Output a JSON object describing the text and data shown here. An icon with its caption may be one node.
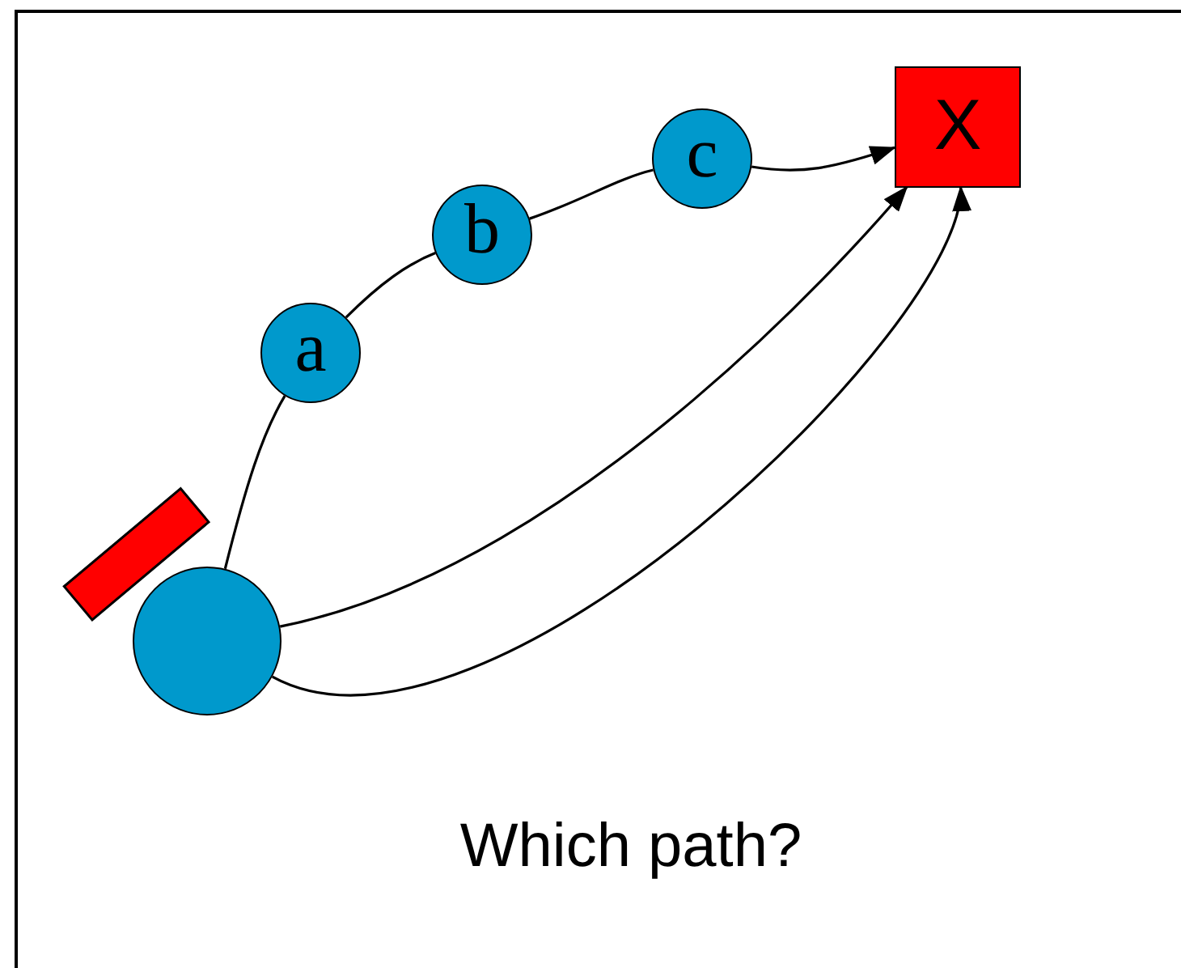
{
  "diagram": {
    "caption": "Which path?",
    "nodes": [
      {
        "text": [],
        "shape": "circle"
      },
      {
        "text": [
          "a"
        ]
      },
      {
        "text": [
          "b"
        ]
      },
      {
        "text": [
          "c"
        ]
      },
      {
        "text": [
          "X"
        ]
      }
    ],
    "edges": [
      {
        "from": 0,
        "to": 1,
        "arrow": "none"
      },
      {
        "from": 1,
        "to": 2,
        "arrow": "none"
      },
      {
        "from": 2,
        "to": 3,
        "arrow": "none"
      },
      {
        "from": 3,
        "to": 4,
        "arrow": "to"
      },
      {
        "from": 0,
        "to": 4,
        "arrow": "to"
      },
      {
        "from": 0,
        "to": 4,
        "arrow": "to"
      }
    ]
  }
}
